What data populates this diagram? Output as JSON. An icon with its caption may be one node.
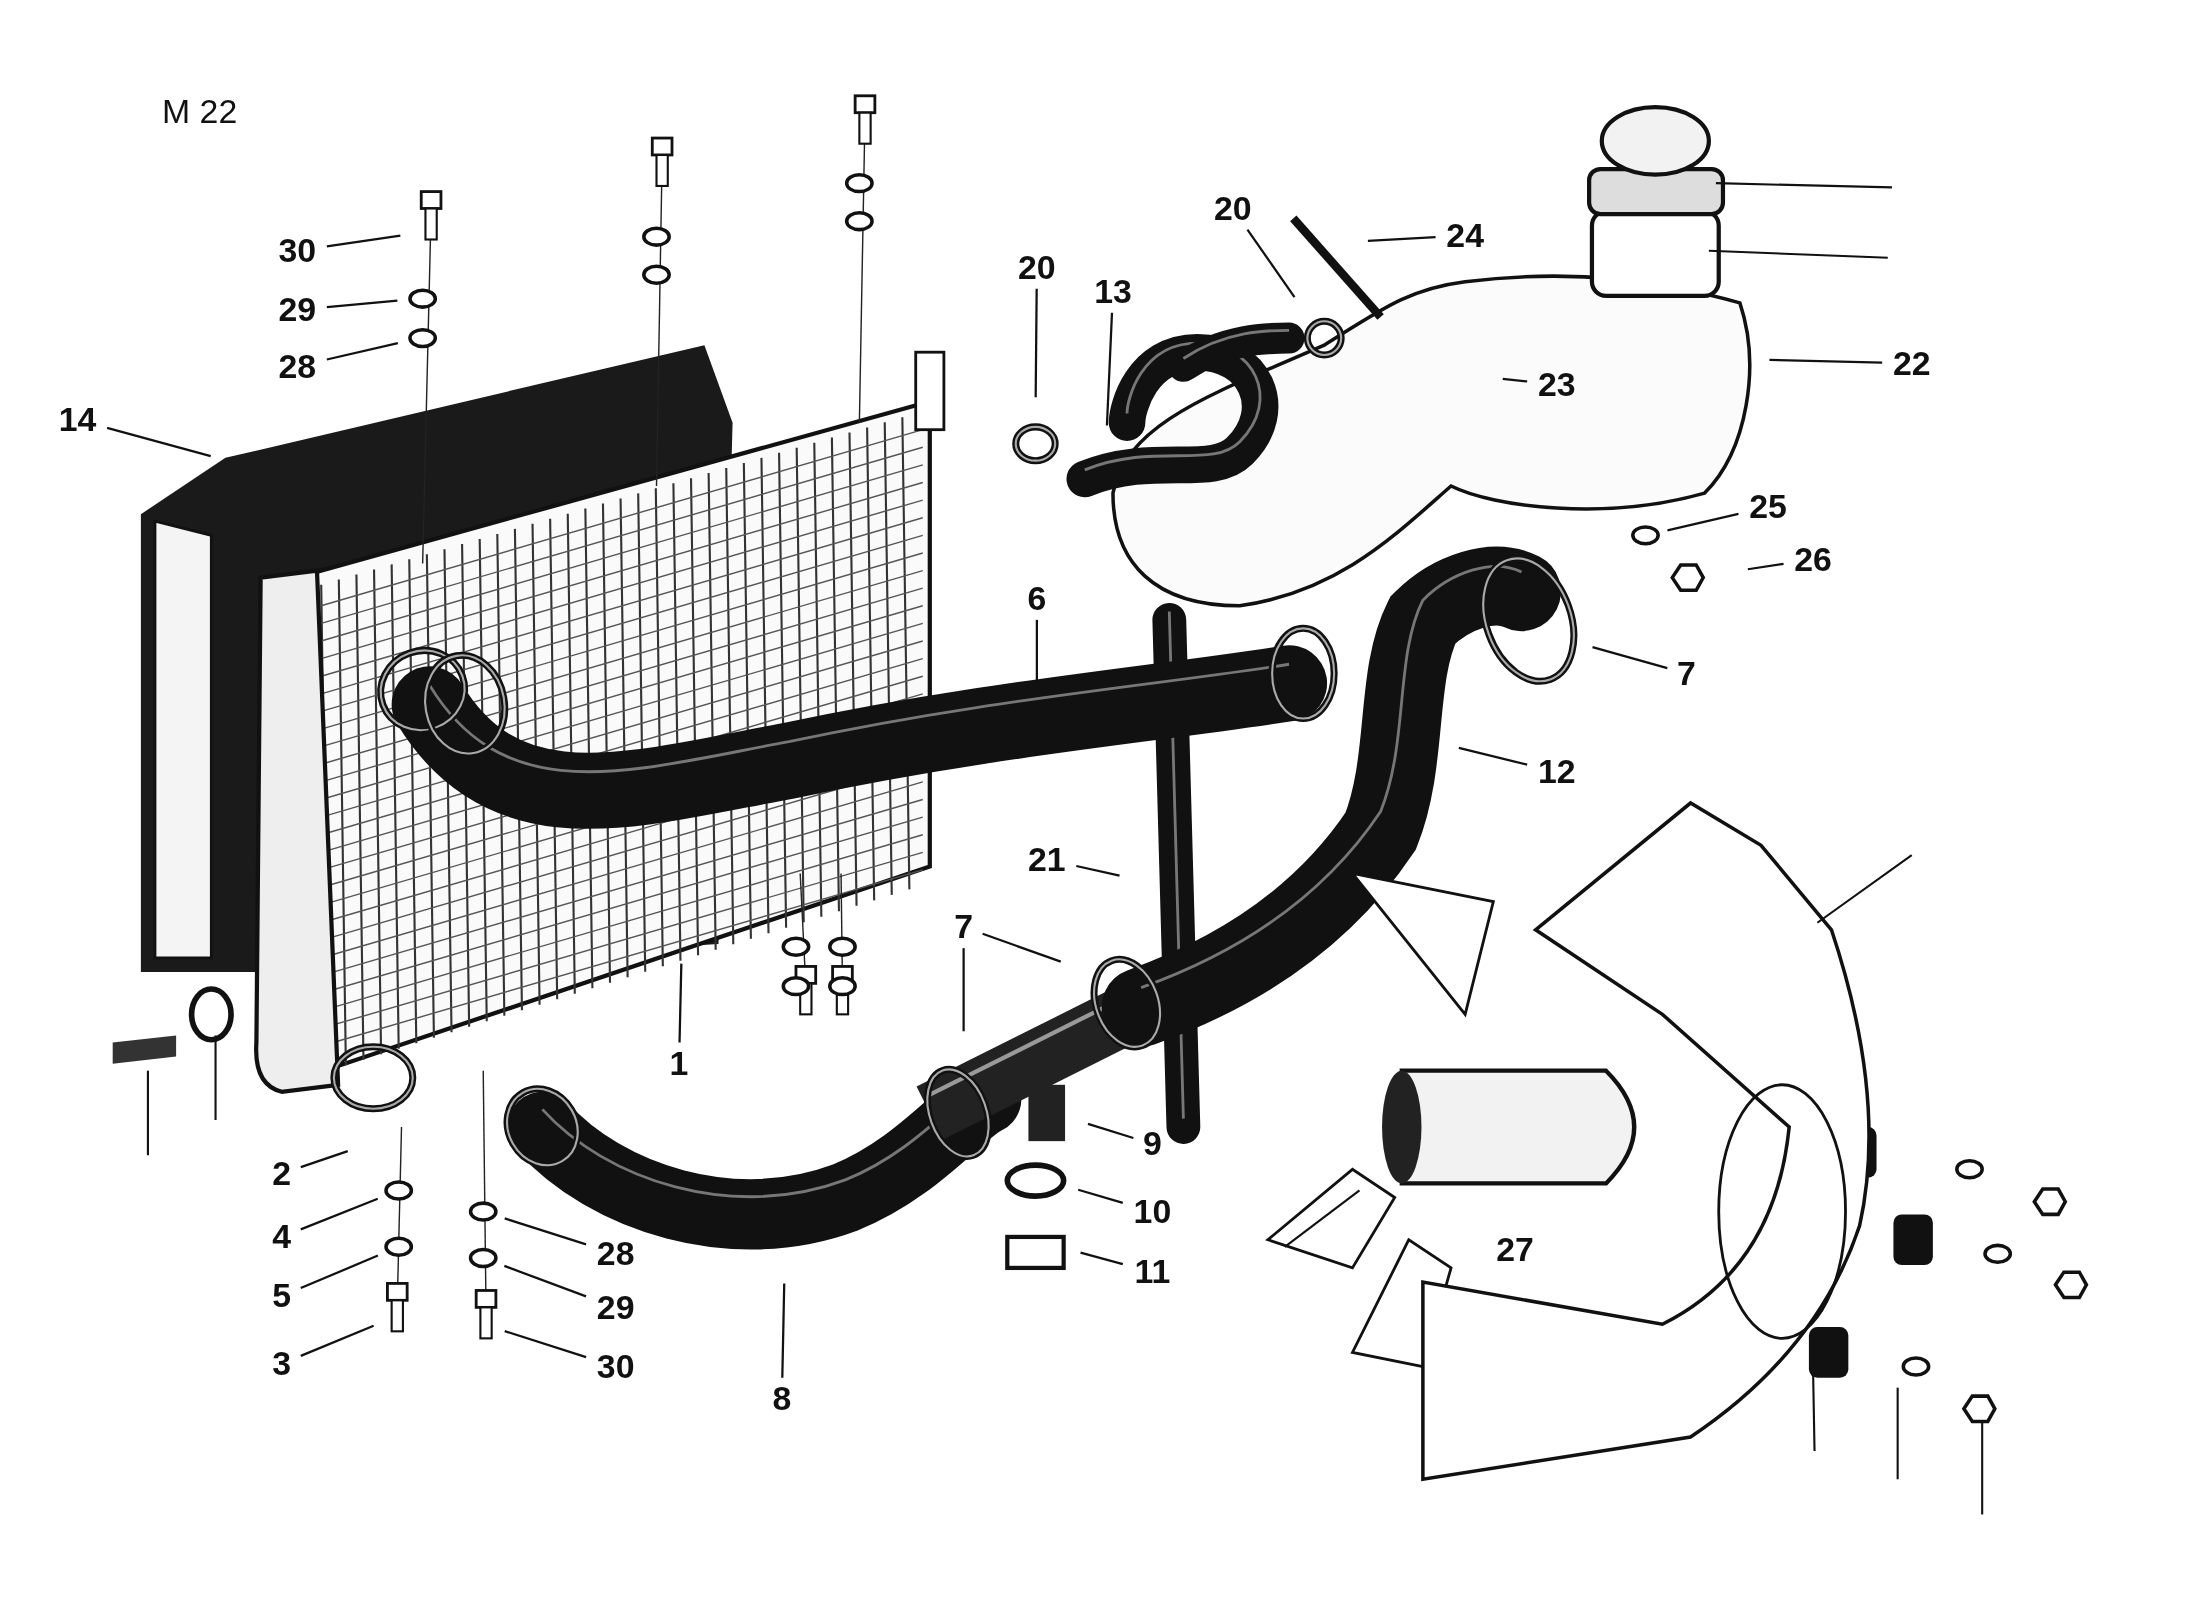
{
  "diagram": {
    "nodes": [
      {
        "text": [
          "30"
        ]
      },
      {
        "text": [
          "29"
        ]
      },
      {
        "text": [
          "28"
        ]
      },
      {
        "text": [
          "14"
        ]
      },
      {
        "text": [
          "20"
        ]
      },
      {
        "text": [
          "24"
        ]
      },
      {
        "text": [
          "20"
        ]
      },
      {
        "text": [
          "13"
        ]
      },
      {
        "text": [
          "22"
        ]
      },
      {
        "text": [
          "23"
        ]
      },
      {
        "text": [
          "25"
        ]
      },
      {
        "text": [
          "26"
        ]
      },
      {
        "text": [
          "6"
        ]
      },
      {
        "text": [
          "7"
        ]
      },
      {
        "text": [
          "12"
        ]
      },
      {
        "text": [
          "21"
        ]
      },
      {
        "text": [
          "7"
        ]
      },
      {
        "text": [
          "1"
        ]
      },
      {
        "text": [
          "9"
        ]
      },
      {
        "text": [
          "10"
        ]
      },
      {
        "text": [
          "11"
        ]
      },
      {
        "text": [
          "2"
        ]
      },
      {
        "text": [
          "4"
        ]
      },
      {
        "text": [
          "28"
        ]
      },
      {
        "text": [
          "5"
        ]
      },
      {
        "text": [
          "29"
        ]
      },
      {
        "text": [
          "3"
        ]
      },
      {
        "text": [
          "30"
        ]
      },
      {
        "text": [
          "8"
        ]
      }
    ],
    "edges": [
      {
        "from": 0,
        "to": null,
        "arrow": "none"
      },
      {
        "from": 1,
        "to": null,
        "arrow": "none"
      },
      {
        "from": 2,
        "to": null,
        "arrow": "none"
      },
      {
        "from": 3,
        "to": null,
        "arrow": "none"
      },
      {
        "from": 4,
        "to": null,
        "arrow": "none"
      },
      {
        "from": 5,
        "to": null,
        "arrow": "none"
      },
      {
        "from": 6,
        "to": null,
        "arrow": "none"
      },
      {
        "from": 7,
        "to": null,
        "arrow": "none"
      },
      {
        "from": 8,
        "to": null,
        "arrow": "none"
      },
      {
        "from": 9,
        "to": null,
        "arrow": "none"
      },
      {
        "from": 10,
        "to": null,
        "arrow": "none"
      },
      {
        "from": 11,
        "to": null,
        "arrow": "none"
      },
      {
        "from": 12,
        "to": null,
        "arrow": "none"
      },
      {
        "from": 13,
        "to": null,
        "arrow": "none"
      },
      {
        "from": 14,
        "to": null,
        "arrow": "none"
      },
      {
        "from": 15,
        "to": null,
        "arrow": "none"
      },
      {
        "from": 16,
        "to": null,
        "arrow": "none"
      },
      {
        "from": 16,
        "to": null,
        "arrow": "none"
      },
      {
        "from": 17,
        "to": null,
        "arrow": "none"
      },
      {
        "from": 18,
        "to": null,
        "arrow": "none"
      },
      {
        "from": 19,
        "to": null,
        "arrow": "none"
      },
      {
        "from": 20,
        "to": null,
        "arrow": "none"
      },
      {
        "from": 21,
        "to": null,
        "arrow": "none"
      },
      {
        "from": 22,
        "to": null,
        "arrow": "none"
      },
      {
        "from": 23,
        "to": null,
        "arrow": "none"
      },
      {
        "from": 24,
        "to": null,
        "arrow": "none"
      },
      {
        "from": 25,
        "to": null,
        "arrow": "none"
      },
      {
        "from": 26,
        "to": null,
        "arrow": "none"
      },
      {
        "from": 27,
        "to": null,
        "arrow": "none"
      },
      {
        "from": 28,
        "to": null,
        "arrow": "none"
      }
    ],
    "labels": [
      "M 22",
      "27"
    ]
  }
}
